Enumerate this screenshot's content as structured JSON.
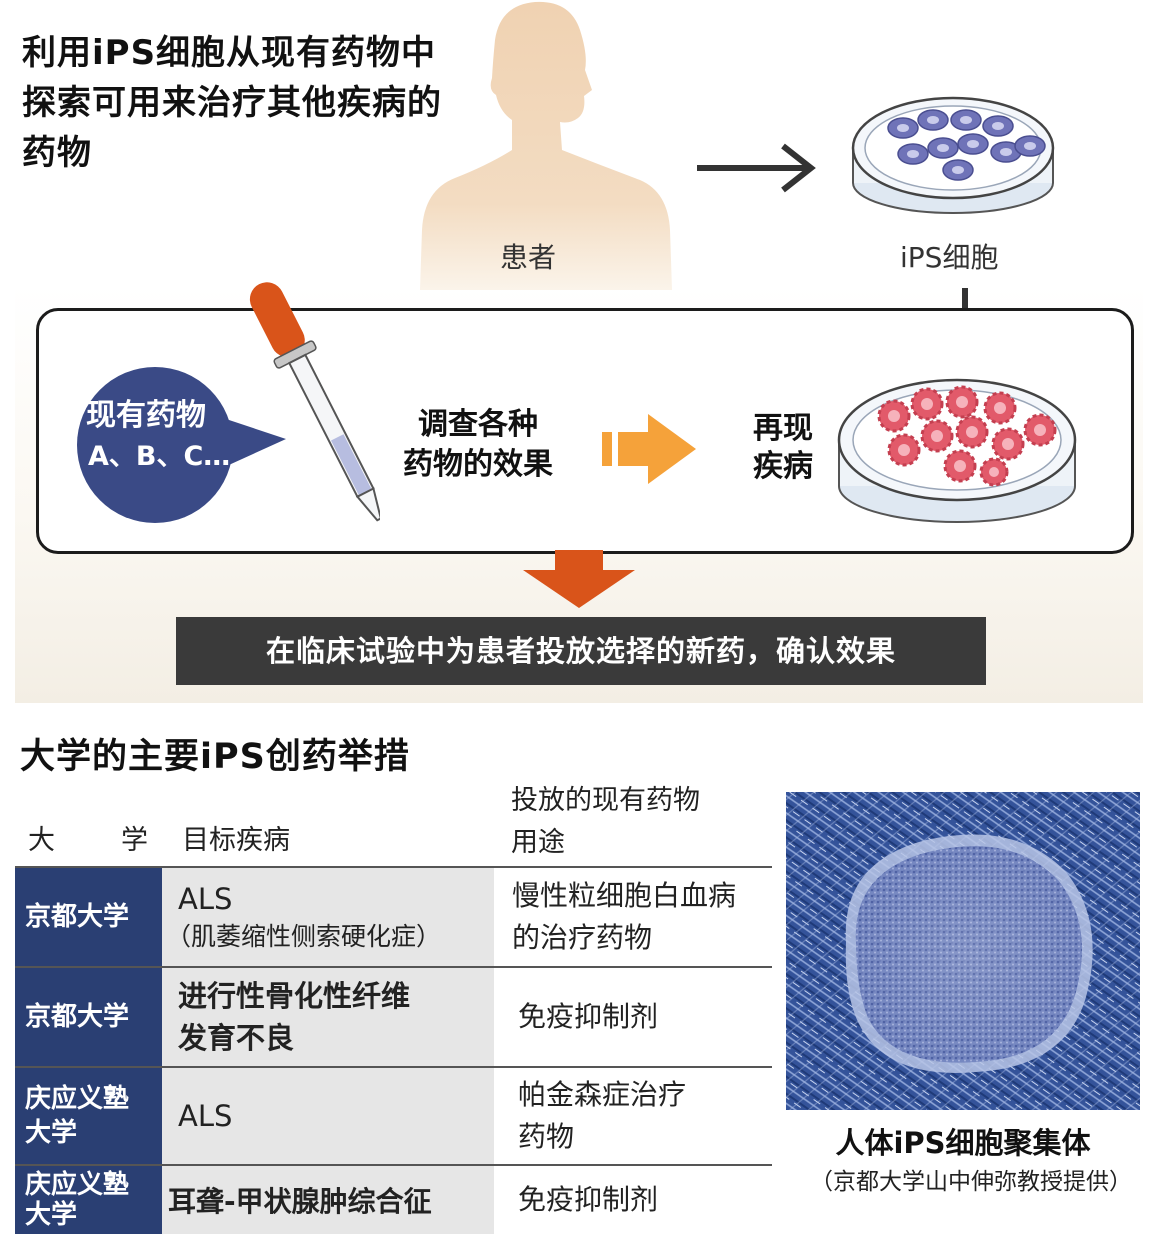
{
  "title": "利用iPS细胞从现有药物中探索可用来治疗其他疾病的药物",
  "diagram": {
    "patient_label": "患者",
    "ips_label": "iPS细胞",
    "bubble_line1": "现有药物",
    "bubble_line2": "A、B、C…",
    "step1_line1": "调查各种",
    "step1_line2": "药物的效果",
    "step2_line1": "再现",
    "step2_line2": "疾病",
    "result": "在临床试验中为患者投放选择的新药，确认效果",
    "colors": {
      "skin": "#f0d2b2",
      "bubble": "#3a4a86",
      "orange_arrow": "#f5a23a",
      "red_arrow": "#d9541a",
      "healthy_cell": "#6f73b8",
      "diseased_cell": "#e25a6a"
    }
  },
  "section2": {
    "title": "大学的主要iPS创药举措",
    "headers": {
      "univ_a": "大",
      "univ_b": "学",
      "disease": "目标疾病",
      "drug_line1": "投放的现有药物",
      "drug_line2": "用途"
    },
    "rows": [
      {
        "univ_line1": "京都大学",
        "univ_line2": "",
        "disease_line1": "ALS",
        "disease_line2": "（肌萎缩性侧索硬化症）",
        "drug_line1": "慢性粒细胞白血病",
        "drug_line2": "的治疗药物"
      },
      {
        "univ_line1": "京都大学",
        "univ_line2": "",
        "disease_line1": "进行性骨化性纤维",
        "disease_line2": "发育不良",
        "drug_line1": "免疫抑制剂",
        "drug_line2": ""
      },
      {
        "univ_line1": "庆应义塾",
        "univ_line2": "大学",
        "disease_line1": "ALS",
        "disease_line2": "",
        "drug_line1": "帕金森症治疗",
        "drug_line2": "药物"
      },
      {
        "univ_line1": "庆应义塾",
        "univ_line2": "大学",
        "disease_line1": "耳聋-甲状腺肿综合征",
        "disease_line2": "",
        "drug_line1": "免疫抑制剂",
        "drug_line2": ""
      }
    ],
    "photo_caption": "人体iPS细胞聚集体",
    "photo_credit": "（京都大学山中伸弥教授提供）"
  }
}
